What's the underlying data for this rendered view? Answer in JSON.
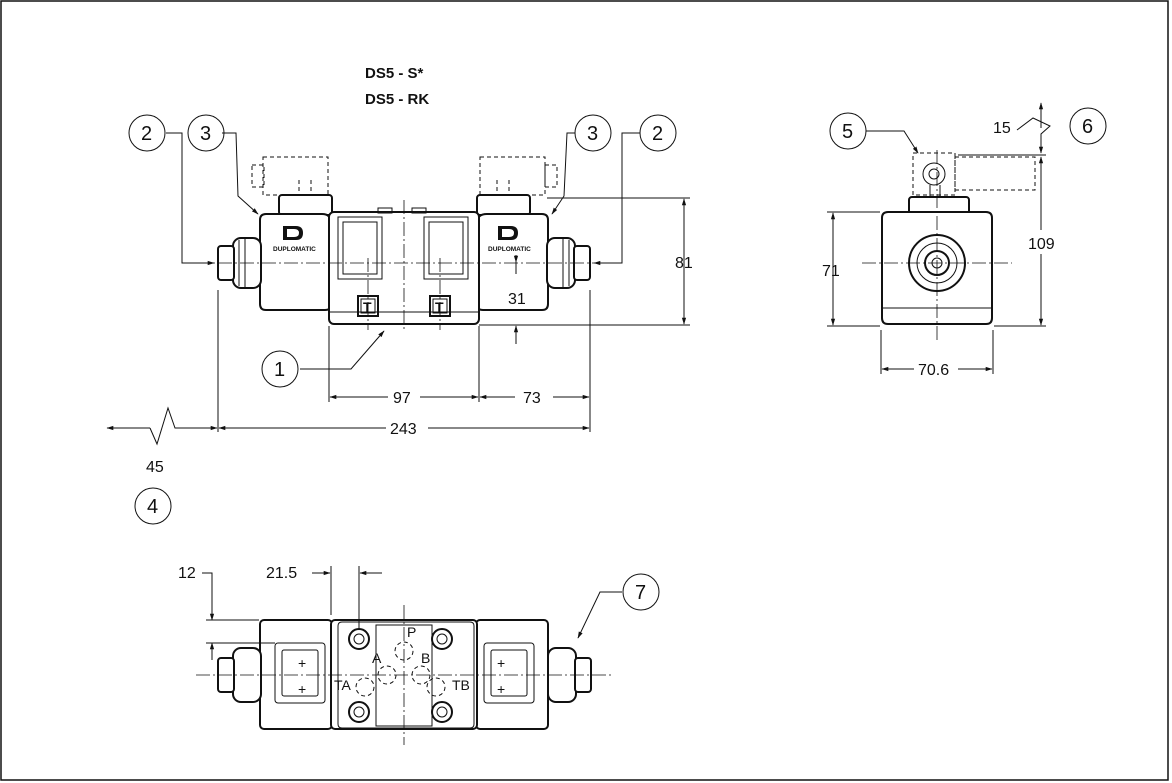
{
  "titles": [
    "DS5 - S*",
    "DS5 - RK"
  ],
  "brand": "DUPLOMATIC",
  "callouts": [
    "1",
    "2",
    "3",
    "4",
    "5",
    "6",
    "7"
  ],
  "dimensions": {
    "d81": "81",
    "d31": "31",
    "d97": "97",
    "d73": "73",
    "d243": "243",
    "d45": "45",
    "d15": "15",
    "d109": "109",
    "d71": "71",
    "d70_6": "70.6",
    "d12": "12",
    "d21_5": "21.5"
  },
  "ports": {
    "p": "P",
    "a": "A",
    "b": "B",
    "ta": "TA",
    "tb": "TB"
  },
  "tag_letter": "T"
}
